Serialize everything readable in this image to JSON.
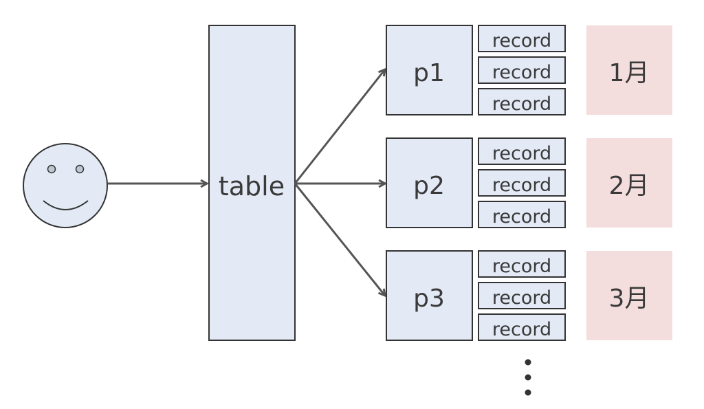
{
  "table_label": "table",
  "partitions": [
    {
      "label": "p1",
      "records": [
        "record",
        "record",
        "record"
      ],
      "month": "1月"
    },
    {
      "label": "p2",
      "records": [
        "record",
        "record",
        "record"
      ],
      "month": "2月"
    },
    {
      "label": "p3",
      "records": [
        "record",
        "record",
        "record"
      ],
      "month": "3月"
    }
  ],
  "colors": {
    "box_fill": "#e3eaf5",
    "month_fill": "#f4dedd",
    "arrow": "#555555",
    "face_fill": "#e3eaf5"
  }
}
